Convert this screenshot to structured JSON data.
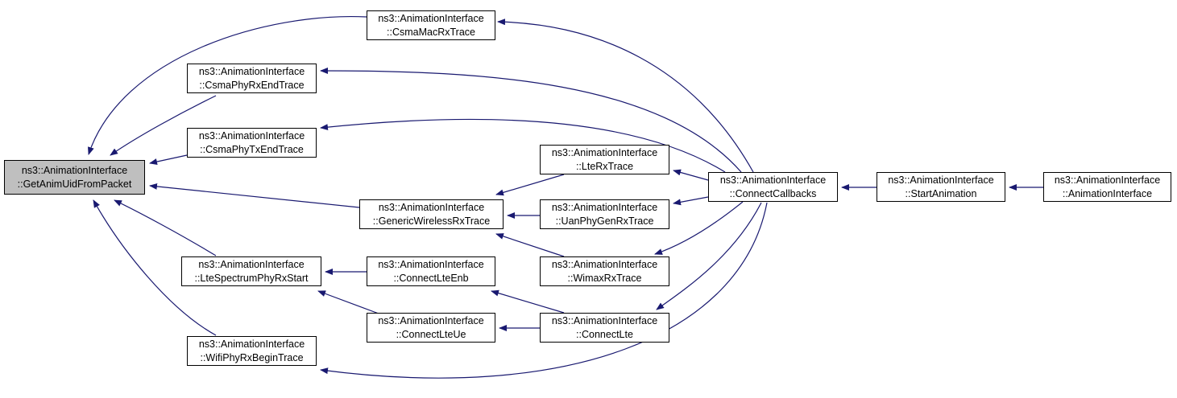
{
  "colors": {
    "edge": "#191970",
    "highlight_fill": "#bfbfbf",
    "node_fill": "#ffffff",
    "border": "#000000"
  },
  "nodes": [
    {
      "id": "getanimuid",
      "l1": "ns3::AnimationInterface",
      "l2": "::GetAnimUidFromPacket",
      "highlight": true
    },
    {
      "id": "csmamacrx",
      "l1": "ns3::AnimationInterface",
      "l2": "::CsmaMacRxTrace"
    },
    {
      "id": "csmaphyrxend",
      "l1": "ns3::AnimationInterface",
      "l2": "::CsmaPhyRxEndTrace"
    },
    {
      "id": "csmaphytxend",
      "l1": "ns3::AnimationInterface",
      "l2": "::CsmaPhyTxEndTrace"
    },
    {
      "id": "genericwrx",
      "l1": "ns3::AnimationInterface",
      "l2": "::GenericWirelessRxTrace"
    },
    {
      "id": "ltespectrum",
      "l1": "ns3::AnimationInterface",
      "l2": "::LteSpectrumPhyRxStart"
    },
    {
      "id": "wifiphyrx",
      "l1": "ns3::AnimationInterface",
      "l2": "::WifiPhyRxBeginTrace"
    },
    {
      "id": "connectlteenb",
      "l1": "ns3::AnimationInterface",
      "l2": "::ConnectLteEnb"
    },
    {
      "id": "connectlteue",
      "l1": "ns3::AnimationInterface",
      "l2": "::ConnectLteUe"
    },
    {
      "id": "lterx",
      "l1": "ns3::AnimationInterface",
      "l2": "::LteRxTrace"
    },
    {
      "id": "uanphy",
      "l1": "ns3::AnimationInterface",
      "l2": "::UanPhyGenRxTrace"
    },
    {
      "id": "wimaxrx",
      "l1": "ns3::AnimationInterface",
      "l2": "::WimaxRxTrace"
    },
    {
      "id": "connectlte",
      "l1": "ns3::AnimationInterface",
      "l2": "::ConnectLte"
    },
    {
      "id": "connectcb",
      "l1": "ns3::AnimationInterface",
      "l2": "::ConnectCallbacks"
    },
    {
      "id": "startanim",
      "l1": "ns3::AnimationInterface",
      "l2": "::StartAnimation"
    },
    {
      "id": "animiface",
      "l1": "ns3::AnimationInterface",
      "l2": "::AnimationInterface"
    }
  ],
  "edges": [
    {
      "from": "csmamacrx",
      "to": "getanimuid"
    },
    {
      "from": "csmaphyrxend",
      "to": "getanimuid"
    },
    {
      "from": "csmaphytxend",
      "to": "getanimuid"
    },
    {
      "from": "genericwrx",
      "to": "getanimuid"
    },
    {
      "from": "ltespectrum",
      "to": "getanimuid"
    },
    {
      "from": "wifiphyrx",
      "to": "getanimuid"
    },
    {
      "from": "connectcb",
      "to": "csmamacrx"
    },
    {
      "from": "connectcb",
      "to": "csmaphyrxend"
    },
    {
      "from": "connectcb",
      "to": "csmaphytxend"
    },
    {
      "from": "connectcb",
      "to": "wifiphyrx"
    },
    {
      "from": "lterx",
      "to": "genericwrx"
    },
    {
      "from": "uanphy",
      "to": "genericwrx"
    },
    {
      "from": "wimaxrx",
      "to": "genericwrx"
    },
    {
      "from": "connectlteenb",
      "to": "ltespectrum"
    },
    {
      "from": "connectlteue",
      "to": "ltespectrum"
    },
    {
      "from": "connectlte",
      "to": "connectlteenb"
    },
    {
      "from": "connectlte",
      "to": "connectlteue"
    },
    {
      "from": "connectcb",
      "to": "lterx"
    },
    {
      "from": "connectcb",
      "to": "uanphy"
    },
    {
      "from": "connectcb",
      "to": "wimaxrx"
    },
    {
      "from": "connectcb",
      "to": "connectlte"
    },
    {
      "from": "startanim",
      "to": "connectcb"
    },
    {
      "from": "animiface",
      "to": "startanim"
    }
  ]
}
